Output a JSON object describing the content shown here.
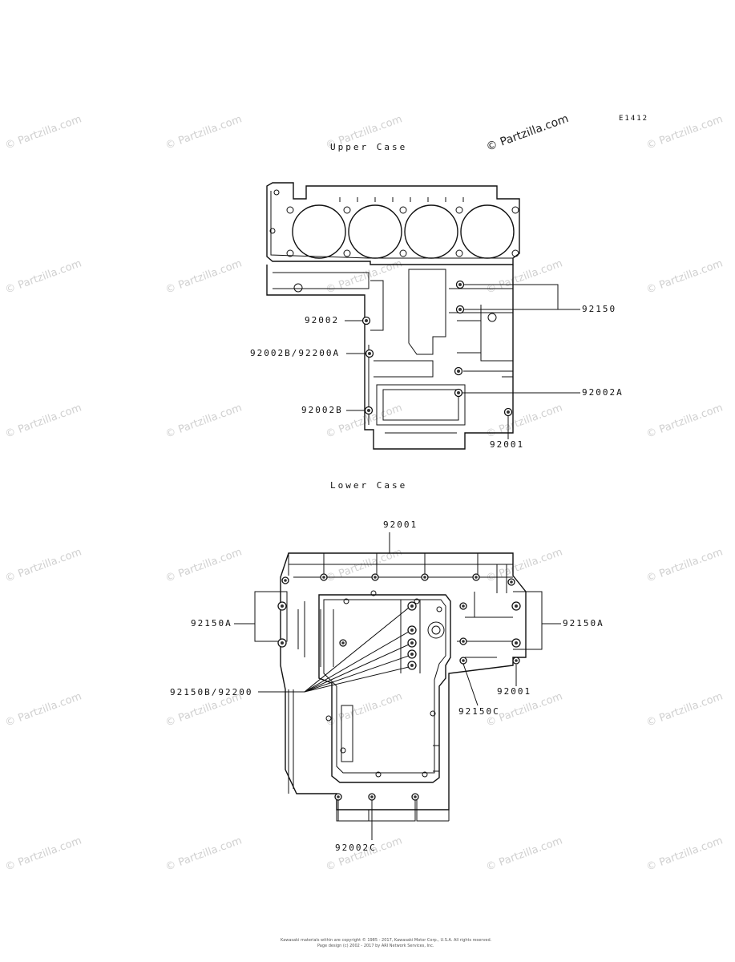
{
  "diagram_code": "E1412",
  "sections": {
    "upper_title": "Upper Case",
    "lower_title": "Lower Case"
  },
  "callouts": {
    "upper": {
      "c92002": "92002",
      "c92002B_92200A": "92002B/92200A",
      "c92002B": "92002B",
      "c92150": "92150",
      "c92002A": "92002A",
      "c92001": "92001"
    },
    "lower": {
      "c92001_top": "92001",
      "c92150A_left": "92150A",
      "c92150A_right": "92150A",
      "c92001_right": "92001",
      "c92150B_92200": "92150B/92200",
      "c92150C": "92150C",
      "c92002C": "92002C"
    }
  },
  "watermark": {
    "text": "© Partzilla.com",
    "main_text": "© Partzilla.com"
  },
  "footer": {
    "line1": "Kawasaki materials within are copyright © 1985 - 2017, Kawasaki Motor Corp., U.S.A. All rights reserved.",
    "line2": "Page design (c) 2002 - 2017 by ARI Network Services, Inc."
  }
}
